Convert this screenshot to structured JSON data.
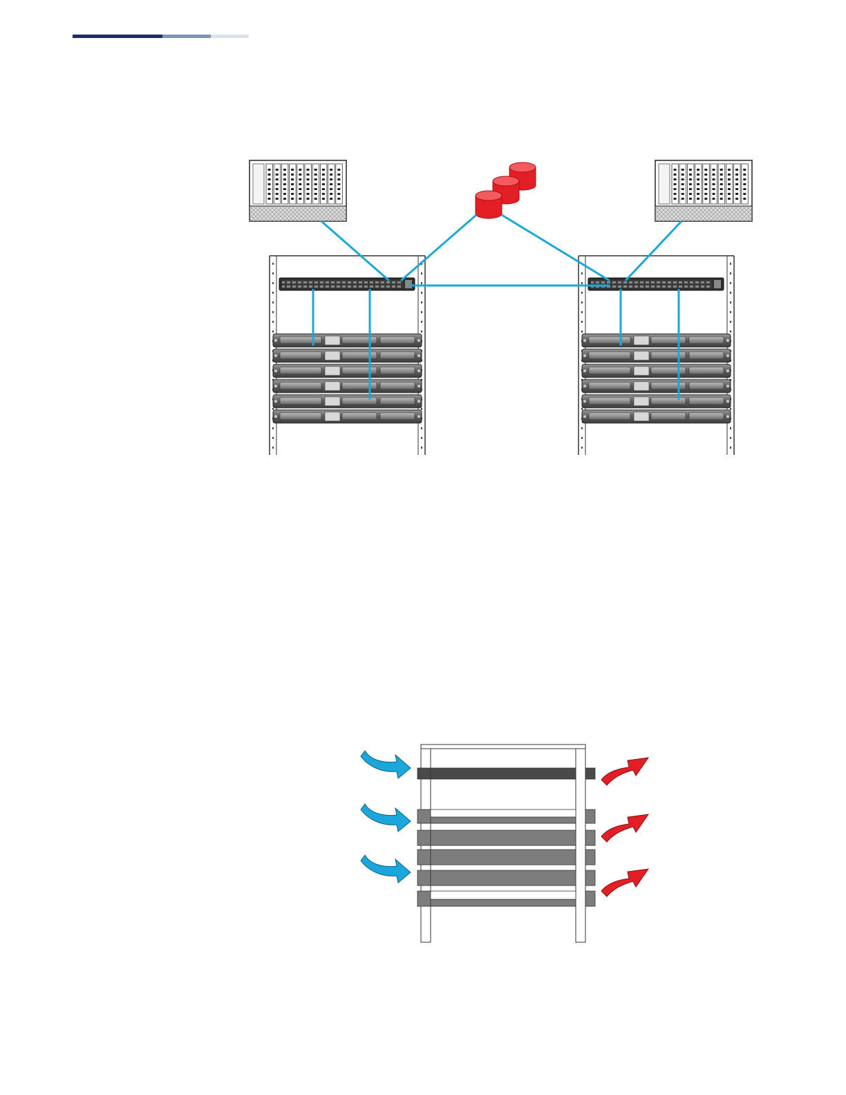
{
  "colors": {
    "link": "#1aa7dc",
    "cool_air": "#1aa7dc",
    "hot_air": "#e41e25",
    "storage": "#e41e25",
    "header_dark": "#1c2f6b",
    "header_mid": "#7f93b8",
    "header_light": "#dde3ec",
    "rack_panel": "#7d7d7d",
    "rack_panel_dark": "#4a4a4a"
  },
  "topology": {
    "racks": [
      {
        "id": "left",
        "servers": 6
      },
      {
        "id": "right",
        "servers": 6
      }
    ],
    "storage_units": 3
  },
  "airflow": {
    "shelves": 7,
    "inlet_arrows": 3,
    "exhaust_arrows": 3
  }
}
